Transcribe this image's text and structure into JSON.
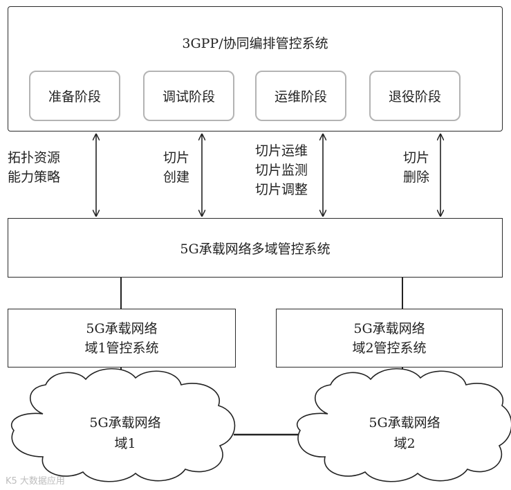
{
  "orchestrator": {
    "title": "3GPP/协同编排管控系统",
    "stages": [
      "准备阶段",
      "调试阶段",
      "运维阶段",
      "退役阶段"
    ]
  },
  "interface_labels": {
    "topology": [
      "拓扑资源",
      "能力策略"
    ],
    "create": [
      "切片",
      "创建"
    ],
    "operate": [
      "切片运维",
      "切片监测",
      "切片调整"
    ],
    "delete": [
      "切片",
      "删除"
    ]
  },
  "multi_domain": {
    "title": "5G承载网络多域管控系统"
  },
  "domain_controllers": [
    {
      "lines": [
        "5G承载网络",
        "域1管控系统"
      ]
    },
    {
      "lines": [
        "5G承载网络",
        "域2管控系统"
      ]
    }
  ],
  "networks": [
    {
      "lines": [
        "5G承载网络",
        "域1"
      ]
    },
    {
      "lines": [
        "5G承载网络",
        "域2"
      ]
    }
  ],
  "watermark": "K5 大数据应用"
}
